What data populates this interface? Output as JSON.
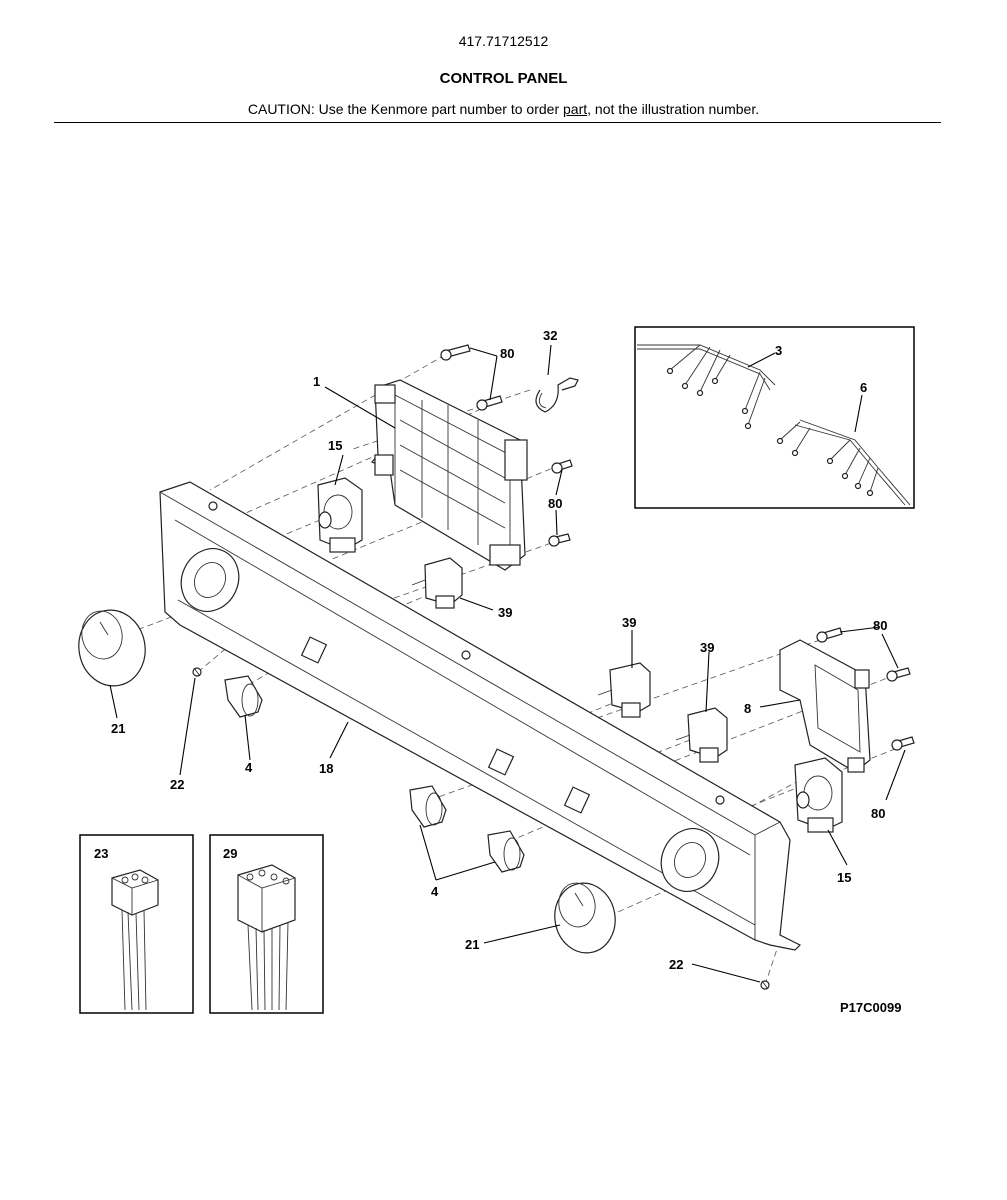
{
  "header": {
    "model_number": "417.71712512",
    "title": "CONTROL PANEL",
    "caution_before": "CAUTION: Use the Kenmore part number to order ",
    "caution_link": "part",
    "caution_after": ", not the illustration number."
  },
  "figure_code": "P17C0099",
  "callouts": {
    "c1": "1",
    "c3": "3",
    "c4a": "4",
    "c4b": "4",
    "c6": "6",
    "c8": "8",
    "c15a": "15",
    "c15b": "15",
    "c18": "18",
    "c21a": "21",
    "c21b": "21",
    "c22a": "22",
    "c22b": "22",
    "c23": "23",
    "c29": "29",
    "c32": "32",
    "c39a": "39",
    "c39b": "39",
    "c39c": "39",
    "c80a": "80",
    "c80b": "80",
    "c80c": "80",
    "c80d": "80"
  }
}
